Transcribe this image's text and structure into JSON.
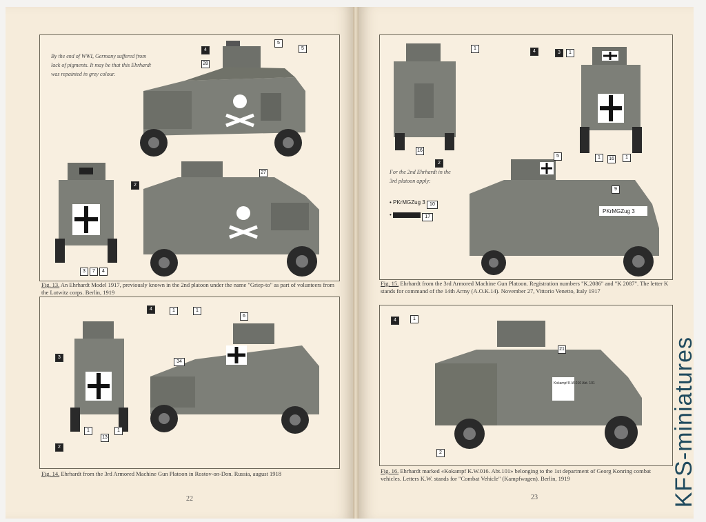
{
  "left_page": {
    "note": "By the end of WWI, Germany suffered from lack of pigments. It may be that this Ehrhardt was repainted in grey colour.",
    "fig13_prefix": "Fig. 13.",
    "fig13_caption": "An Ehrhardt Model 1917, previously known in the 2nd platoon under the name \"Griep-to\" as part of volunteers from the Lutwitz corps. Berlin, 1919",
    "fig14_prefix": "Fig. 14.",
    "fig14_caption": "Ehrhardt from the 3rd Armored Machine Gun Platoon in Rostov-on-Don. Russia, august 1918",
    "page_number": "22",
    "fig13_tags": [
      "4",
      "5",
      "5",
      "28",
      "2",
      "27",
      "3",
      "7",
      "4"
    ],
    "fig14_tags": [
      "4",
      "1",
      "1",
      "6",
      "3",
      "34",
      "1",
      "13",
      "1",
      "2"
    ]
  },
  "right_page": {
    "note": "For the 2nd Ehrhardt in the 3rd platoon apply:",
    "legend_text": "PKrMGZug 3",
    "legend_num1": "10",
    "legend_num2": "17",
    "fig15_prefix": "Fig. 15.",
    "fig15_caption": "Ehrhardt from the 3rd Armored Machine Gun Platoon. Registration numbers \"K.2086\" and \"K 2087\". The letter K stands for command of the 14th Army (A.O.K.14). November 27, Vittorio Venetto, Italy 1917",
    "fig16_prefix": "Fig. 16.",
    "fig16_caption": "Ehrhardt marked «Kokampf K.W.016. Abt.101» belonging to the 1st department of Georg Konring combat vehicles. Letters K.W. stands for \"Combat Vehicle\" (Kampfwagen). Berlin, 1919",
    "page_number": "23",
    "fig15_tags": [
      "1",
      "4",
      "3",
      "1",
      "16",
      "2",
      "5",
      "9",
      "1",
      "16",
      "1"
    ],
    "fig16_tags": [
      "4",
      "1",
      "21",
      "2"
    ],
    "plate_text_15": "PKrMGZug 3",
    "plate_text_16": "Kokampf K.W.016 Abt. 101"
  },
  "watermark": "KFS-miniatures",
  "colors": {
    "paper": "#f6ecdb",
    "vehicle_grey": "#7d7f78",
    "vehicle_dark": "#5f615c",
    "watermark": "#1f4a5e"
  }
}
